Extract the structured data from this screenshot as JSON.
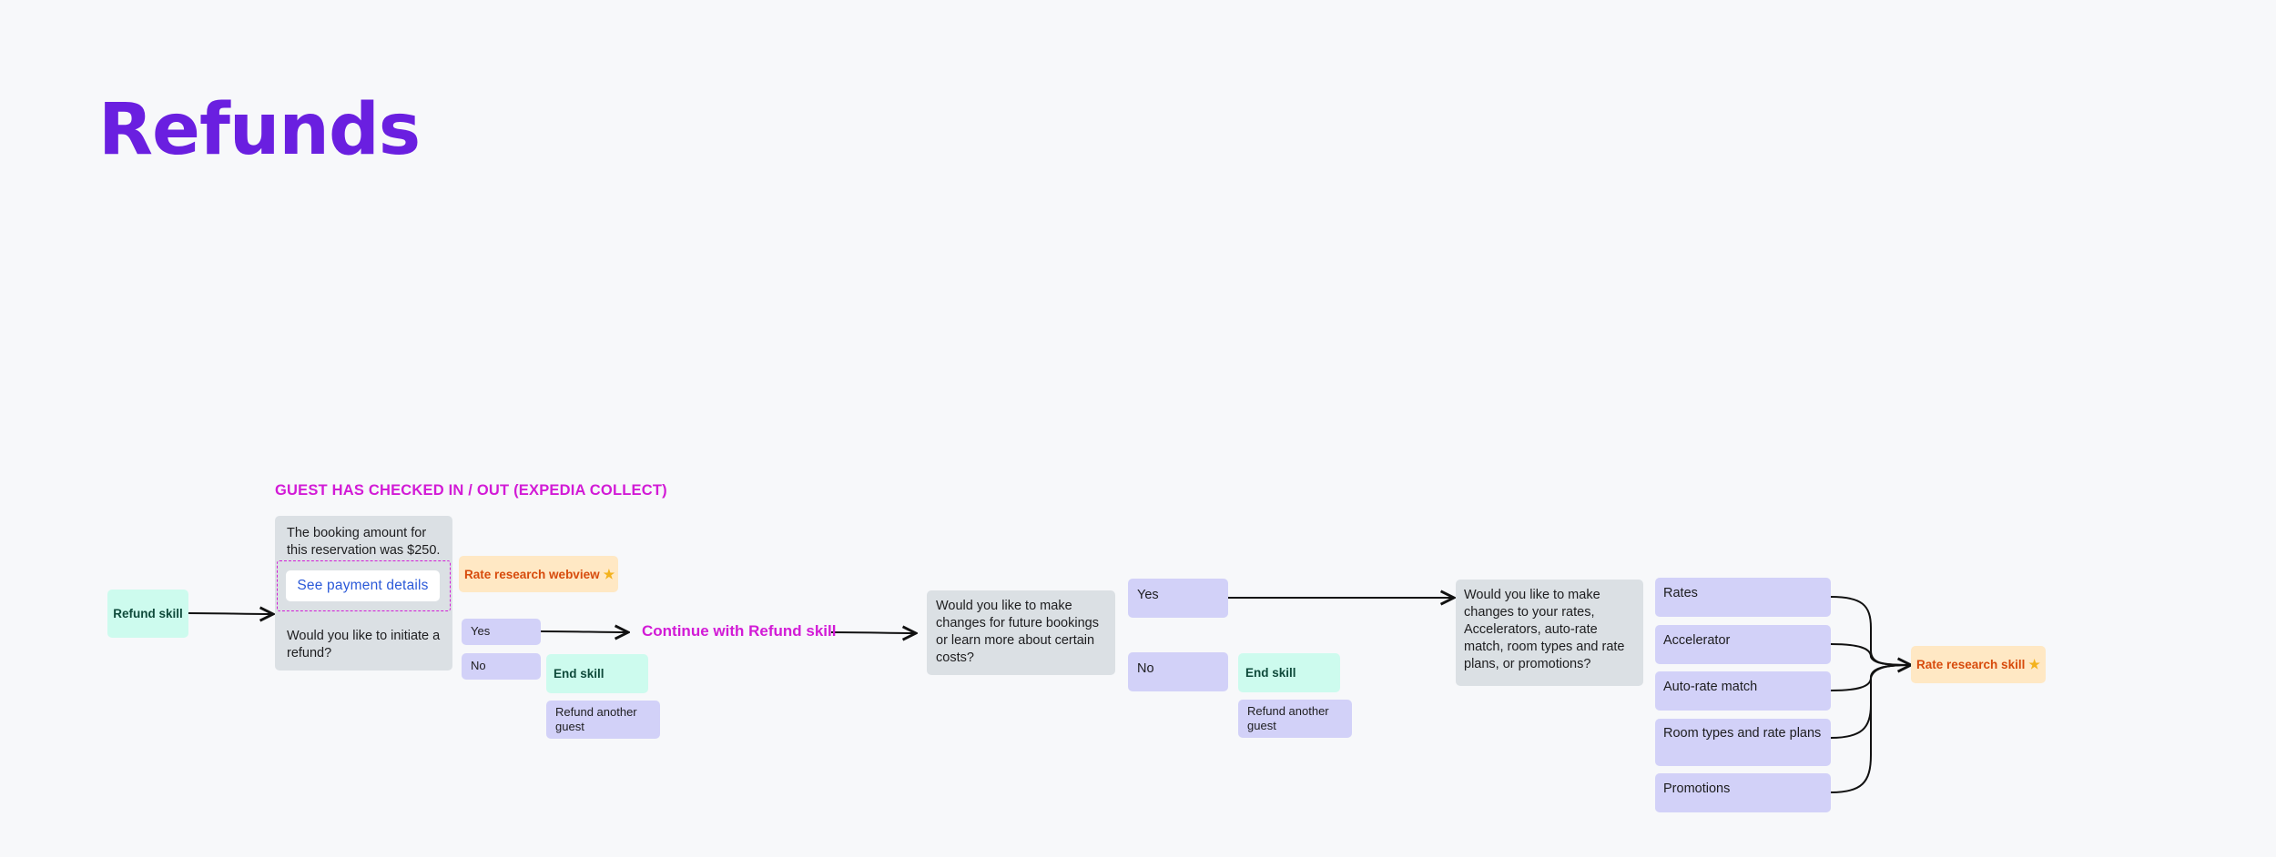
{
  "page": {
    "title": "Refunds"
  },
  "section": {
    "label": "GUEST HAS CHECKED IN / OUT (EXPEDIA COLLECT)"
  },
  "nodes": {
    "refund_skill": "Refund skill",
    "booking_amount": "The booking amount for this reservation was $250.",
    "see_payment": "See payment details",
    "initiate_refund": "Would you like to initiate a refund?",
    "rate_research_webview": "Rate research webview",
    "yes_1": "Yes",
    "no_1": "No",
    "end_skill_1": "End skill",
    "refund_another_1": "Refund another guest",
    "continue_refund": "Continue with Refund skill",
    "future_changes": "Would you like to make changes for future bookings or learn more about certain costs?",
    "yes_2": "Yes",
    "no_2": "No",
    "end_skill_2": "End skill",
    "refund_another_2": "Refund another guest",
    "rates_question": "Would you like to make changes to your rates, Accelerators, auto-rate match, room types and rate plans, or promotions?",
    "options": [
      "Rates",
      "Accelerator",
      "Auto-rate match",
      "Room types and rate plans",
      "Promotions"
    ],
    "rate_research_skill": "Rate research skill"
  },
  "icons": {
    "star": "star-icon"
  },
  "colors": {
    "title": "#6a1fe0",
    "accent_magenta": "#d21bd6",
    "card_grey": "#dbe0e4",
    "card_purple": "#d2d1f8",
    "card_mint": "#cdfbee",
    "card_orange": "#ffe8c4"
  }
}
